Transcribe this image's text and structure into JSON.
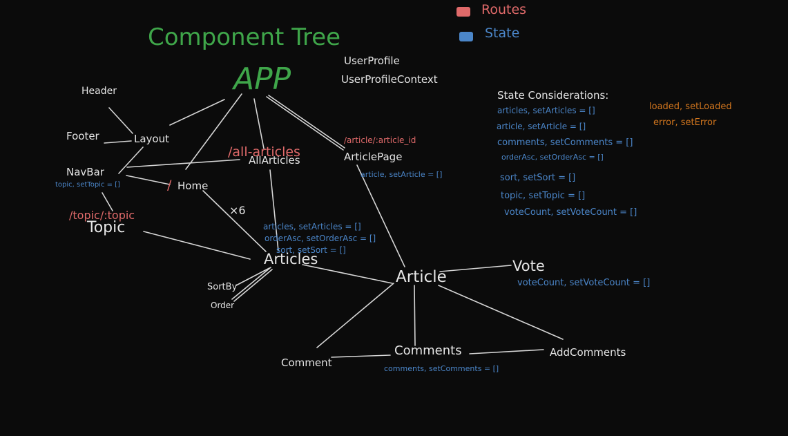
{
  "colors": {
    "background": "#0b0b0b",
    "node": "#e6e6e6",
    "title": "#3fa64a",
    "routes": "#e06a6a",
    "state": "#4b86c9",
    "status": "#d2761e",
    "edge": "#d6d6d6"
  },
  "title": "Component Tree",
  "legend": {
    "routes": "Routes",
    "state": "State"
  },
  "nodes": {
    "app": "APP",
    "user_profile": "UserProfile",
    "user_profile_context": "UserProfileContext",
    "header": "Header",
    "footer": "Footer",
    "layout": "Layout",
    "navbar": "NavBar",
    "all_articles": "AllArticles",
    "home": "Home",
    "topic": "Topic",
    "article_page": "ArticlePage",
    "articles": "Articles",
    "sort_by": "SortBy",
    "order": "Order",
    "article": "Article",
    "vote": "Vote",
    "comments": "Comments",
    "comment": "Comment",
    "add_comments": "AddComments"
  },
  "routes": {
    "all_articles": "/all-articles",
    "home": "/",
    "topic": "/topic/:topic",
    "article": "/article/:article_id"
  },
  "multiplier": "×6",
  "state_labels": {
    "navbar": "topic, setTopic = []",
    "article_page": "article, setArticle = []",
    "articles": [
      "articles, setArticles = []",
      "orderAsc, setOrderAsc = []",
      "sort, setSort = []"
    ],
    "vote": "voteCount, setVoteCount = []",
    "comments": "comments, setComments = []"
  },
  "considerations": {
    "heading": "State Considerations:",
    "items": [
      "articles, setArticles = []",
      "article, setArticle = []",
      "comments, setComments = []",
      "orderAsc, setOrderAsc = []",
      "sort, setSort = []",
      "topic, setTopic = []",
      "voteCount, setVoteCount = []"
    ],
    "status": [
      "loaded, setLoaded",
      "error, setError"
    ]
  }
}
